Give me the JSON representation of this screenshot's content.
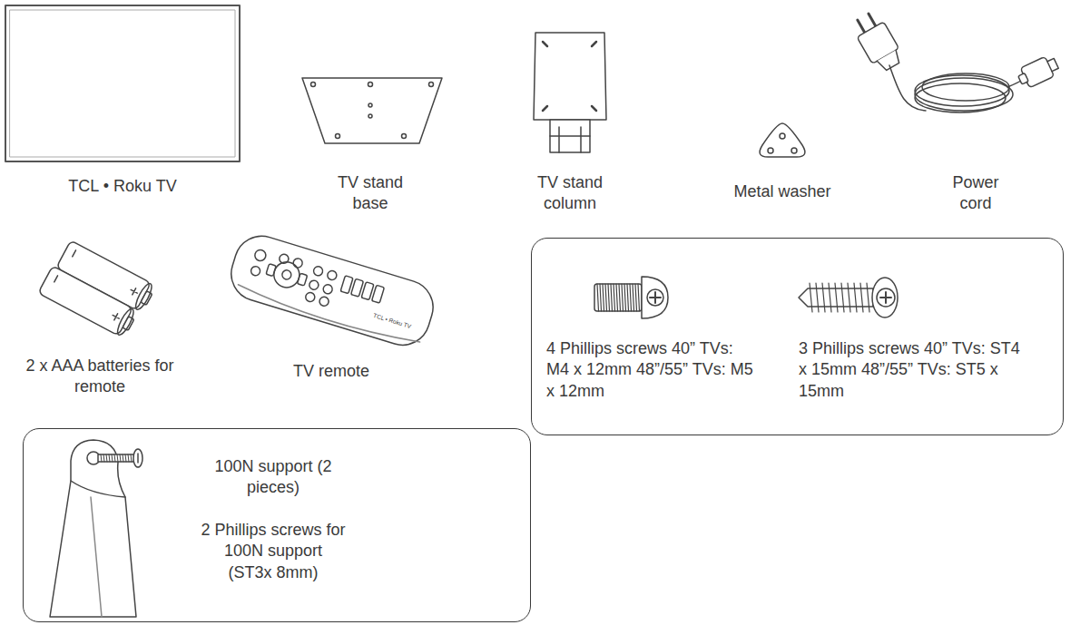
{
  "diagram": {
    "nodes": [
      {
        "text": [
          "4 Phillips screws 40” TVs: M4 x 12mm 48”/55” TVs: M5 x 12mm",
          "3 Phillips screws 40” TVs: ST4 x 15mm 48”/55” TVs: ST5 x 15mm"
        ]
      },
      {
        "text": [
          "100N support (2 pieces)",
          "2 Phillips screws for 100N support (ST3x 8mm)"
        ]
      }
    ],
    "labels": [
      "TCL • Roku TV",
      "TV stand base",
      "TV stand column",
      "Metal washer",
      "Power cord",
      "2 x AAA batteries for remote",
      "TV remote",
      "TCL • Roku TV"
    ]
  }
}
